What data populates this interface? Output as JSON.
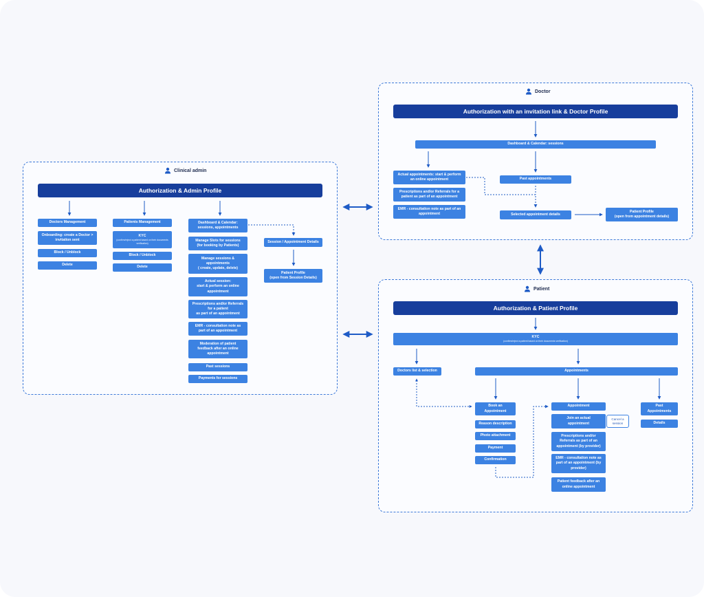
{
  "admin": {
    "title": "Clinical admin",
    "header": "Authorization & Admin Profile",
    "doctors": [
      "Doctors Management",
      "Onboarding: create a Doctor >\ninvitation sent",
      "Block / Unblock",
      "Delete"
    ],
    "patients": {
      "management": "Patients Management",
      "kyc_title": "KYC",
      "kyc_sub": "(confirm/reject a patient based on their documents verification)",
      "block": "Block / Unblock",
      "delete": "Delete"
    },
    "dashboard": [
      "Dashboard & Calendar:\nsessions, appointments",
      "Manage Slots for sessions\n(for booking by Patients)",
      "Manage sessions &\nappointments\n( create, update, delete)",
      "Actual session:\nstart & perform an online\nappointment",
      "Prescriptions and/or Referrals\nfor a patient\nas part of an appointment",
      "EMR - consultation note as\npart of an appointment",
      "Moderation of patient\nfeedback after an online\nappointment",
      "Past sessions",
      "Payments for sessions"
    ],
    "session_details": "Session / Appointment Details",
    "patient_profile": "Patient Profile\n(open from Session Details)"
  },
  "doctor": {
    "title": "Doctor",
    "header": "Authorization with an invitation link & Doctor Profile",
    "dashboard": "Dashboard & Calendar: sessions",
    "left": [
      "Actual appointments: start & perform\nan online appointment",
      "Prescriptions and/or Referrals for a\npatient as part of an appointment",
      "EMR - consultation note as part of an\nappointment"
    ],
    "past": "Past appointments",
    "selected": "Selected appointment details",
    "patient_profile": "Patient Profile\n(open from appointment details)"
  },
  "patient": {
    "title": "Patient",
    "header": "Authorization & Patient Profile",
    "kyc_title": "KYC",
    "kyc_sub": "(confirm/reject a patient based on their documents verification)",
    "doctors_list": "Doctors list & selection",
    "appointments": "Appointments",
    "book": [
      "Book an\nAppointment",
      "Reason description",
      "Photo attachment",
      "Payment",
      "Confirmation"
    ],
    "appointment": [
      "Appointment",
      "Join an actual\nappointment",
      "Prescriptions and/or\nReferrals as part of an\nappointment (by provider)",
      "EMR - consultation note as\npart of an appointment (by\nprovider)",
      "Patient feedback after an\nonline appointment"
    ],
    "cancel": "Cancel a\nsession",
    "past": [
      "Past\nAppointments",
      "Details"
    ]
  },
  "colors": {
    "primary": "#3c82e2",
    "header": "#173e9c",
    "panel_border": "#3b78d8",
    "background": "#f7f8fc"
  }
}
